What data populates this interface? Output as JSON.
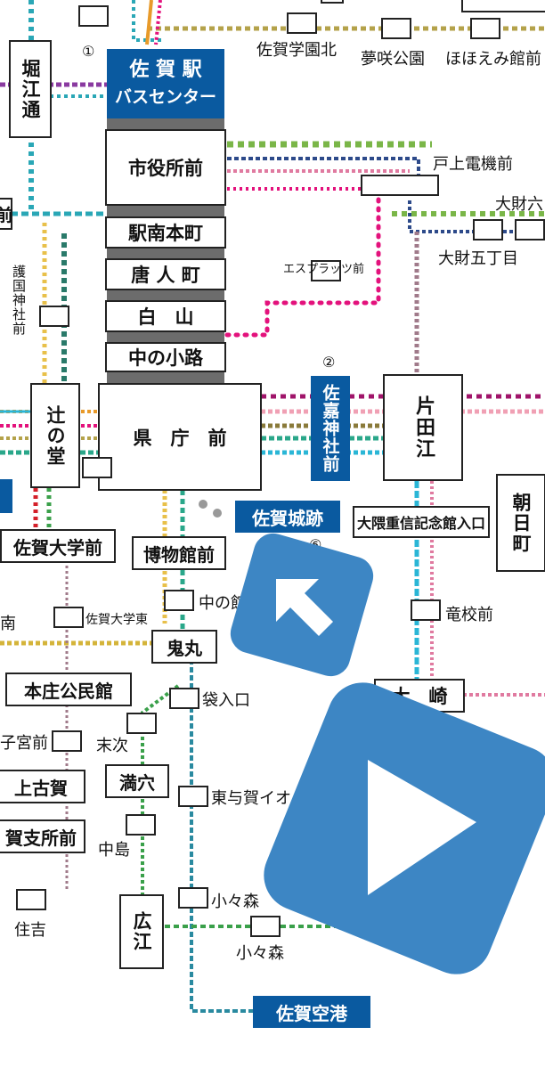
{
  "colors": {
    "station_blue": "#0a5aa0",
    "nav_blue": "#3d86c4",
    "route_green": "#7ab648",
    "route_pink": "#e3127c",
    "route_teal": "#2aa7b6",
    "route_navy": "#2d4a8a",
    "route_orange": "#e89a2a",
    "route_olive": "#b4a24a",
    "route_purple": "#8a5aa0",
    "route_brown": "#a07a8a",
    "route_cyan": "#2ab6d6"
  },
  "markers": {
    "m1": "①",
    "m2": "②",
    "m6": "⑥"
  },
  "stations": {
    "saga_station_line1": "佐 賀 駅",
    "saga_station_line2": "バスセンター",
    "shiyakusho": "市役所前",
    "ekiminami": "駅南本町",
    "tojin": "唐 人 町",
    "shirayama": "白　山",
    "nakanokoji": "中の小路",
    "kenchou": "県　庁　前",
    "horiedori": "堀江通",
    "gokoku": "護国神社前",
    "tsujinodo": "辻の堂",
    "sagadaigaku": "佐賀大学前",
    "minami": "南",
    "sagadaigaku_higashi": "佐賀大学東",
    "honjo": "本庄公民館",
    "komiyamae": "子宮前",
    "kamikoga": "上古賀",
    "shishomae": "賀支所前",
    "sumiyoshi": "住吉",
    "hakubutsukan": "博物館前",
    "nakano": "中の館",
    "onimaru": "鬼丸",
    "fukuroiriguchi": "袋入口",
    "suetsugi": "末次",
    "mitsuana": "満穴",
    "nakajima": "中島",
    "higashiyoka": "東与賀イオ",
    "hiroe": "広江",
    "komori_stop": "小々森",
    "komori": "小々森",
    "sagajoseki": "佐賀城跡",
    "sagakuukou": "佐賀空港",
    "sagajinja": "佐嘉神社前",
    "katata": "片田江",
    "okuma": "大隈重信記念館入口",
    "ryukou": "竜校前",
    "osaki": "大　崎",
    "asahimachi": "朝日町",
    "togami": "戸上電機前",
    "ozaka_top": "大財六",
    "ozaka5": "大財五丁目",
    "esplatz": "エスプラッツ前",
    "sagagakuen": "佐賀学園北",
    "yumesaki": "夢咲公園",
    "hohoemi": "ほほえみ館前",
    "left_edge_1": "前"
  },
  "controls": {
    "back_arrow_icon": "up-left-arrow-icon",
    "play_icon": "play-icon"
  }
}
